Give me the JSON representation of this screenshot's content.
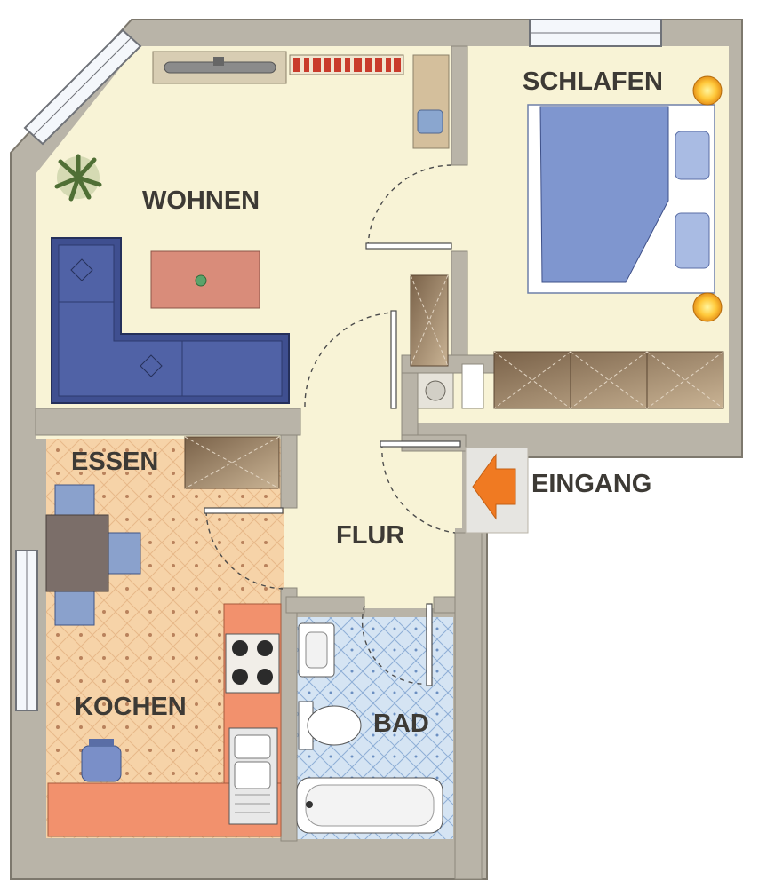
{
  "rooms": {
    "wohnen": "WOHNEN",
    "schlafen": "SCHLAFEN",
    "essen": "ESSEN",
    "flur": "FLUR",
    "kochen": "KOCHEN",
    "bad": "BAD"
  },
  "entrance": {
    "label": "EINGANG",
    "arrow_color": "#f07a22"
  },
  "colors": {
    "wall": "#b9b4a8",
    "floor": "#f8f3d6",
    "kitchen_floor": "#f6d3a8",
    "bath_floor": "#cfe0f3",
    "sofa": "#3f4f90",
    "bed": "#7f96cf",
    "counter": "#f2916d",
    "cabinet": "#8f7659"
  }
}
